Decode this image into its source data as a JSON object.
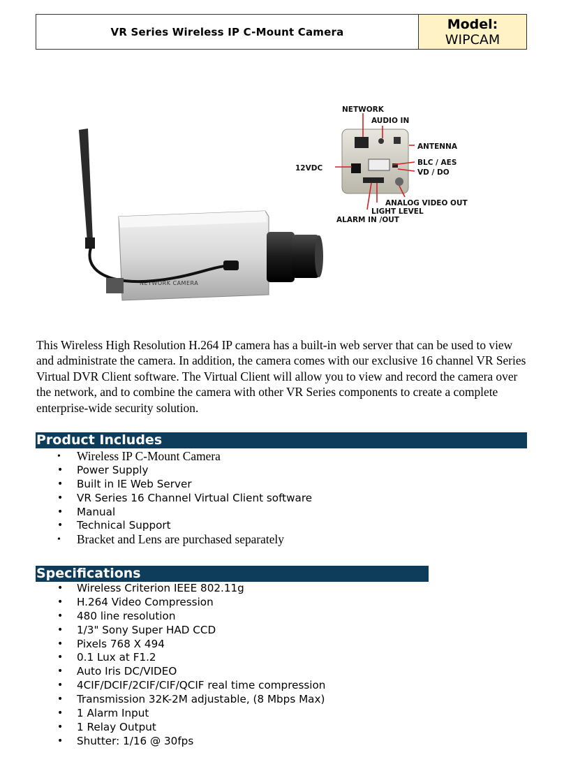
{
  "header": {
    "title": "VR Series Wireless IP C-Mount Camera",
    "model_label": "Model:",
    "model_value": "WIPCAM"
  },
  "figure": {
    "labels": {
      "network": "NETWORK",
      "audio_in": "AUDIO IN",
      "antenna": "ANTENNA",
      "vdc": "12VDC",
      "blc_aes": "BLC / AES",
      "vd_do": "VD / DO",
      "analog_video_out": "ANALOG VIDEO OUT",
      "light_level": "LIGHT LEVEL",
      "alarm_in_out": "ALARM IN /OUT",
      "body_text": "NETWORK CAMERA"
    }
  },
  "intro": "This Wireless High Resolution H.264 IP camera has a built-in web server that can be used to view and administrate the camera. In addition, the camera comes with our exclusive 16 channel VR Series Virtual DVR Client software. The Virtual Client will allow you to view and record the camera over the network, and to combine the camera with other VR Series components to create a complete enterprise-wide security solution.",
  "product_includes": {
    "heading": "Product Includes",
    "items": [
      "Wireless IP C-Mount Camera",
      "Power Supply",
      "Built in IE Web Server",
      "VR Series 16 Channel Virtual Client software",
      "Manual",
      "Technical Support",
      "Bracket and Lens are purchased separately"
    ]
  },
  "specifications": {
    "heading": "Specifications",
    "items": [
      "Wireless Criterion IEEE 802.11g",
      "H.264 Video Compression",
      "480 line resolution",
      "1/3\" Sony Super HAD CCD",
      "Pixels 768 X 494",
      "0.1 Lux at F1.2",
      "Auto Iris DC/VIDEO",
      "4CIF/DCIF/2CIF/CIF/QCIF real time compression",
      "Transmission 32K-2M adjustable, (8 Mbps Max)",
      "1 Alarm Input",
      "1 Relay Output",
      "Shutter: 1/16 @ 30fps"
    ]
  },
  "colors": {
    "section_header_bg": "#0e3c5b",
    "model_cell_bg": "#fff2c4",
    "callout_line": "#d42020"
  }
}
